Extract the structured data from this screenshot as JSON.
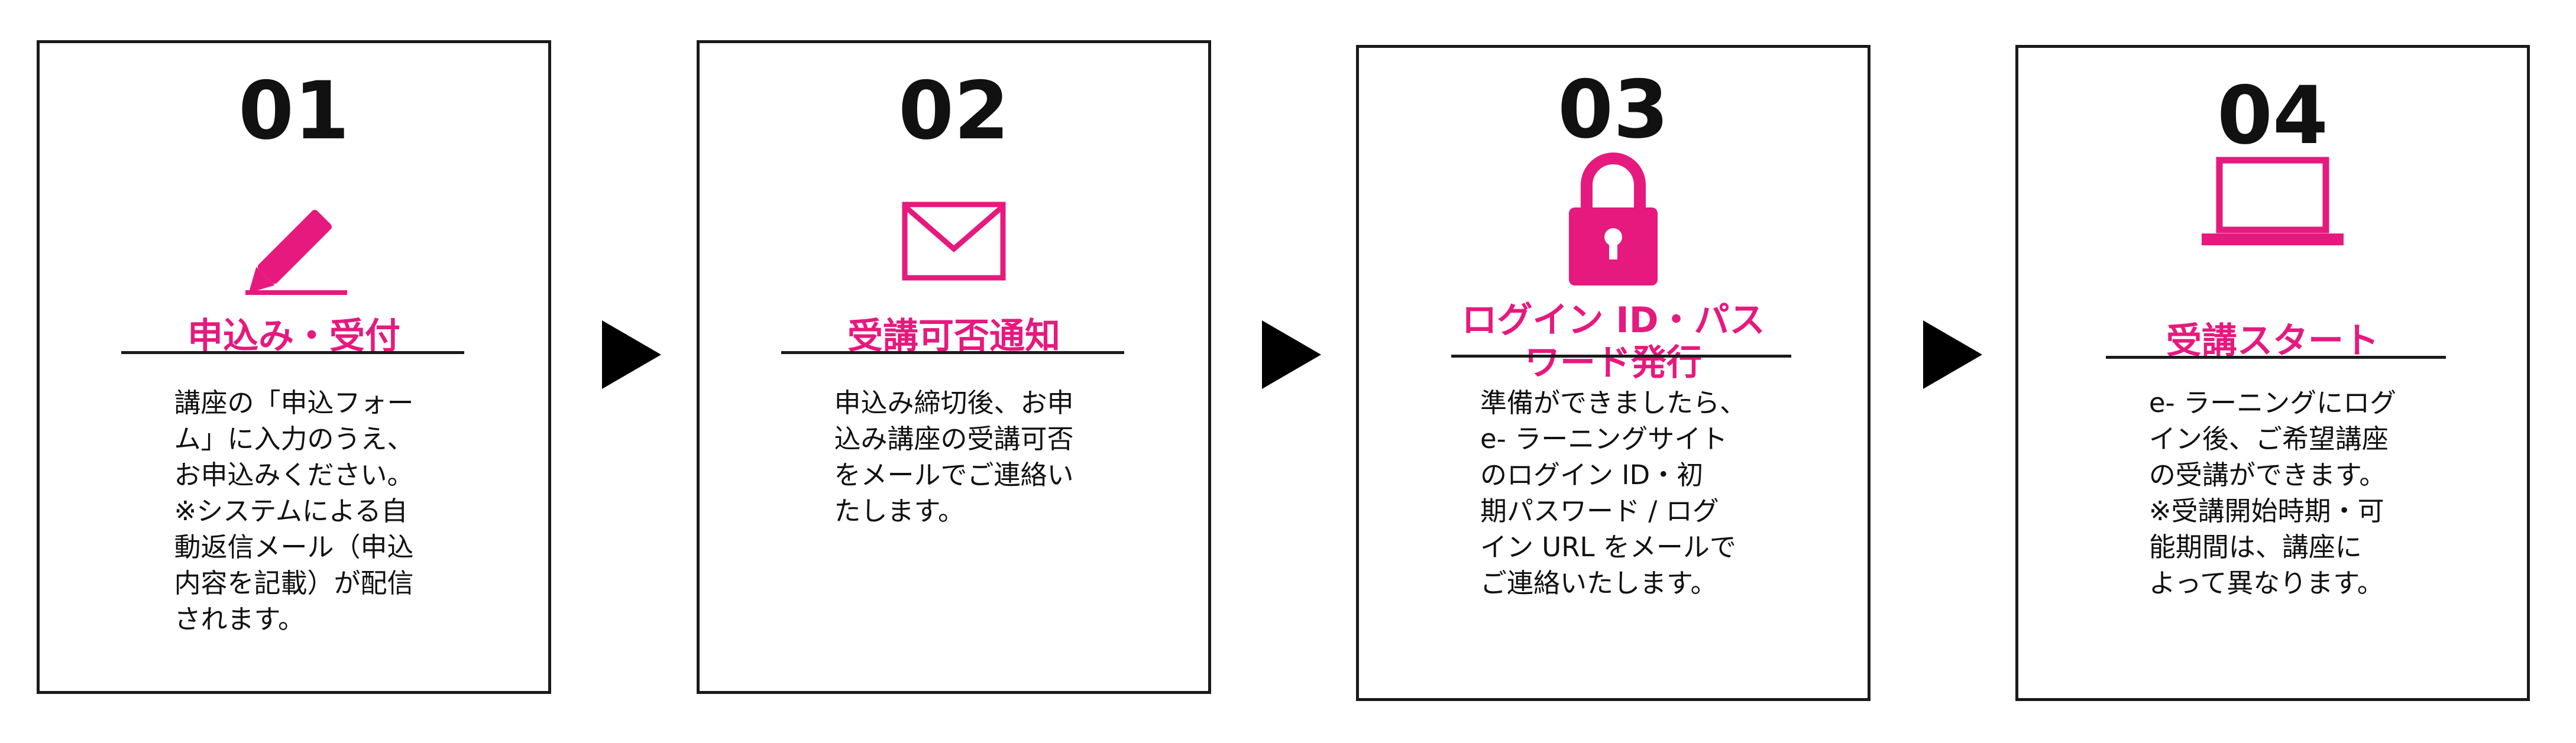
{
  "colors": {
    "accent": "#e6197e",
    "border": "#1a1a1a",
    "text": "#111111"
  },
  "steps": [
    {
      "number": "01",
      "icon": "pencil-icon",
      "title": "申込み・受付",
      "body": "講座の「申込フォー\nム」に入力のうえ、\nお申込みください。\n※システムによる自\n動返信メール（申込\n内容を記載）が配信\nされます。"
    },
    {
      "number": "02",
      "icon": "envelope-icon",
      "title": "受講可否通知",
      "body": "申込み締切後、お申\n込み講座の受講可否\nをメールでご連絡い\nたします。"
    },
    {
      "number": "03",
      "icon": "lock-icon",
      "title": "ログイン ID・パス\nワード発行",
      "body": "準備ができましたら、\ne- ラーニングサイト\nのログイン ID・初\n期パスワード / ログ\nイン URL をメールで\nご連絡いたします。"
    },
    {
      "number": "04",
      "icon": "laptop-icon",
      "title": "受講スタート",
      "body": "e- ラーニングにログ\nイン後、ご希望講座\nの受講ができます。\n※受講開始時期・可\n能期間は、講座に\nよって異なります。"
    }
  ]
}
